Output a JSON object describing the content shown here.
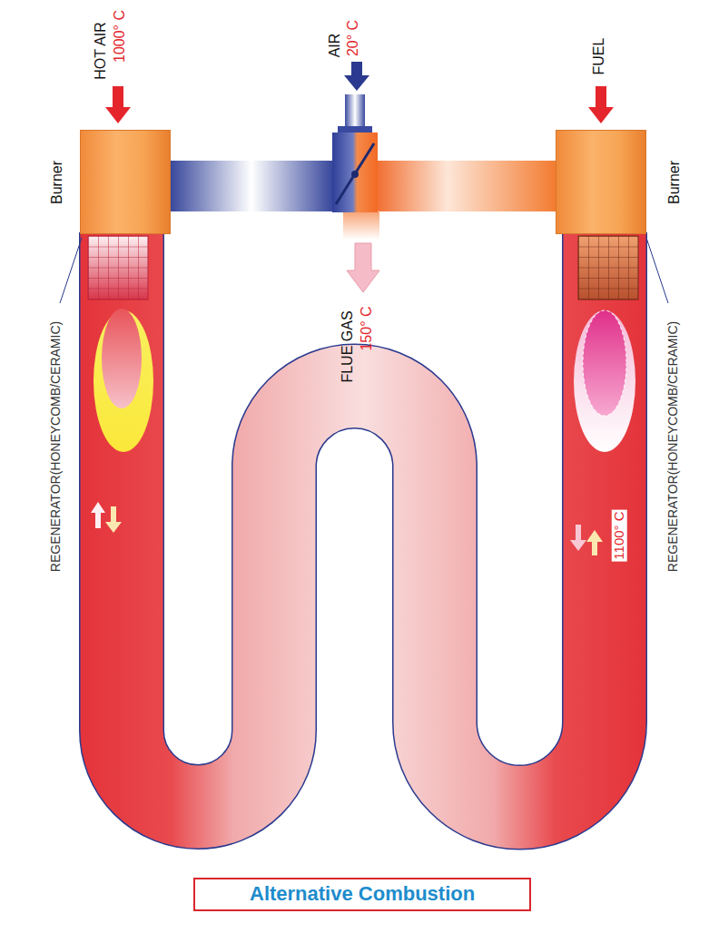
{
  "diagram": {
    "title": "Alternative Combustion",
    "nodes": [
      {
        "text": [
          "Burner"
        ]
      },
      {
        "text": [
          "Burner"
        ]
      }
    ],
    "labels": [
      "HOT AIR",
      "1000° C",
      "AIR",
      "20° C",
      "FUEL",
      "FLUE GAS",
      "150° C",
      "REGENERATOR(HONEYCOMB/CERAMIC)",
      "REGENERATOR(HONEYCOMB/CERAMIC)",
      "1100° C"
    ]
  }
}
